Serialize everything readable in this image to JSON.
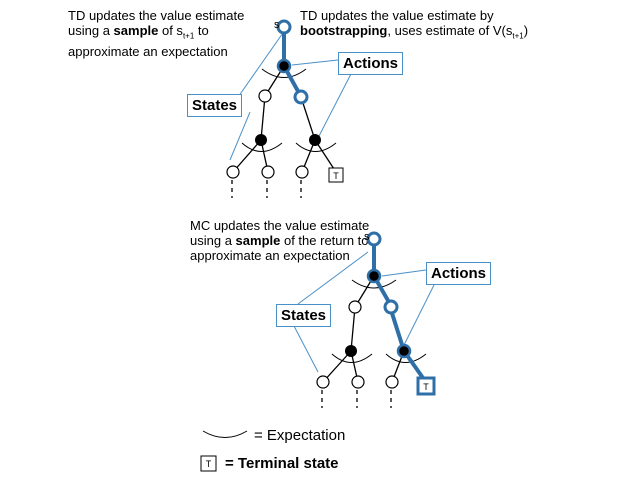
{
  "top": {
    "desc_left": [
      "TD updates the value estimate",
      "using a ",
      "sample",
      " of s",
      "t+1",
      " to",
      "approximate an expectation"
    ],
    "desc_right_line1": [
      "TD updates the value estimate by"
    ],
    "desc_right_line2": [
      "bootstrapping",
      ", uses estimate of V(s",
      "t+1",
      ")"
    ],
    "root_label": "s",
    "states_label": "States",
    "actions_label": "Actions",
    "terminal_letter": "T"
  },
  "bottom": {
    "desc": [
      "MC updates the value estimate",
      "using a ",
      "sample",
      " of the return to",
      "approximate an expectation"
    ],
    "root_label": "s",
    "states_label": "States",
    "actions_label": "Actions",
    "terminal_letter": "T"
  },
  "legend": {
    "expectation": "= Expectation",
    "terminal": "= Terminal state",
    "terminal_letter": "T"
  },
  "colors": {
    "backup_path": "#2f6fa8",
    "callout_border": "#4a90c8",
    "callout_line": "#4a90c8"
  }
}
